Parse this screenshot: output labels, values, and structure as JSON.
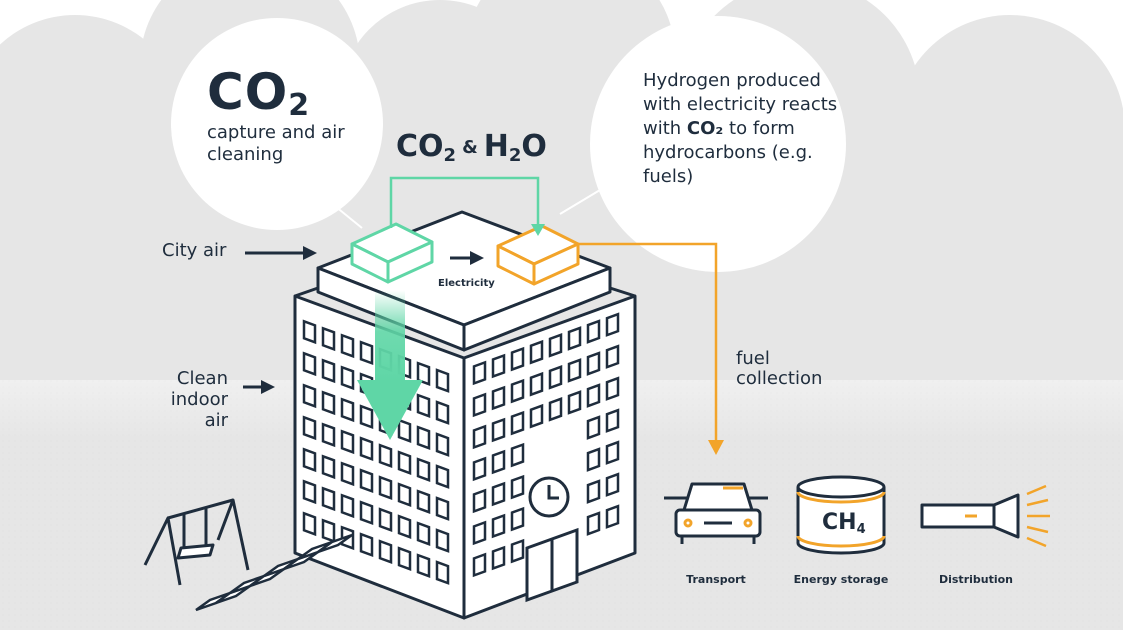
{
  "colors": {
    "navy": "#1f2d3d",
    "green": "#5fd6a6",
    "orange": "#f2a42a",
    "cloud": "#e6e6e6"
  },
  "bubbles": {
    "co2_symbol": "CO",
    "co2_subscript": "2",
    "capture_text": "capture and air cleaning",
    "hydrogen_before": "Hydrogen produced with electricity reacts with ",
    "hydrogen_bold": "CO₂",
    "hydrogen_after": " to form hydrocarbons (e.g. fuels)"
  },
  "process_title": {
    "part1": "CO",
    "part1_sub": "2",
    "amp": "&",
    "part2": "H",
    "part2_sub": "2",
    "part3": "O"
  },
  "labels": {
    "city_air": "City air",
    "clean_indoor_air": "Clean indoor air",
    "electricity": "Electricity",
    "fuel_collection": "fuel collection",
    "ch4_symbol": "CH",
    "ch4_subscript": "4"
  },
  "outputs": [
    {
      "label": "Transport",
      "icon": "car-icon"
    },
    {
      "label": "Energy storage",
      "icon": "storage-tank-icon"
    },
    {
      "label": "Distribution",
      "icon": "flashlight-icon"
    }
  ]
}
